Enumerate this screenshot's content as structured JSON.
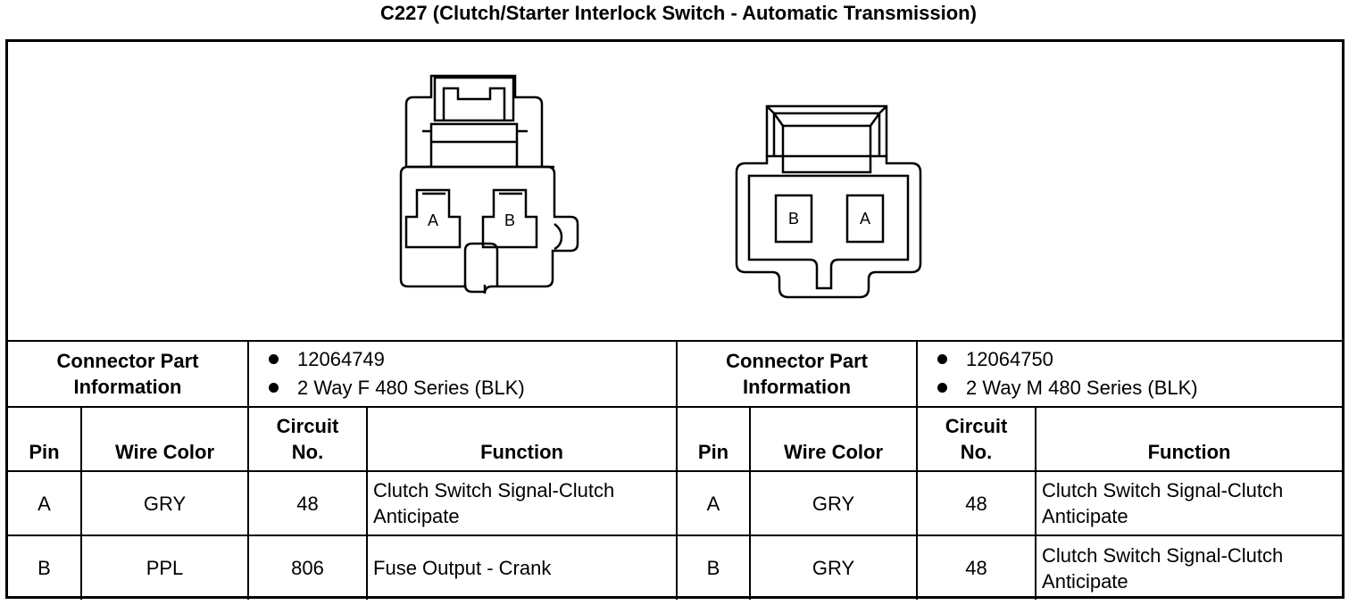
{
  "title": "C227 (Clutch/Starter Interlock Switch - Automatic Transmission)",
  "connectors": [
    {
      "cavities": [
        "A",
        "B"
      ],
      "part_info_label": "Connector Part Information",
      "part_info": [
        "12064749",
        "2 Way F 480 Series (BLK)"
      ],
      "headers": {
        "pin": "Pin",
        "wire_color": "Wire Color",
        "circuit": "Circuit No.",
        "function": "Function"
      },
      "rows": [
        {
          "pin": "A",
          "wire_color": "GRY",
          "circuit": "48",
          "function": "Clutch Switch Signal-Clutch Anticipate"
        },
        {
          "pin": "B",
          "wire_color": "PPL",
          "circuit": "806",
          "function": "Fuse Output - Crank"
        }
      ]
    },
    {
      "cavities": [
        "B",
        "A"
      ],
      "part_info_label": "Connector Part Information",
      "part_info": [
        "12064750",
        "2 Way M 480 Series (BLK)"
      ],
      "headers": {
        "pin": "Pin",
        "wire_color": "Wire Color",
        "circuit": "Circuit No.",
        "function": "Function"
      },
      "rows": [
        {
          "pin": "A",
          "wire_color": "GRY",
          "circuit": "48",
          "function": "Clutch Switch Signal-Clutch Anticipate"
        },
        {
          "pin": "B",
          "wire_color": "GRY",
          "circuit": "48",
          "function": "Clutch Switch Signal-Clutch Anticipate"
        }
      ]
    }
  ]
}
